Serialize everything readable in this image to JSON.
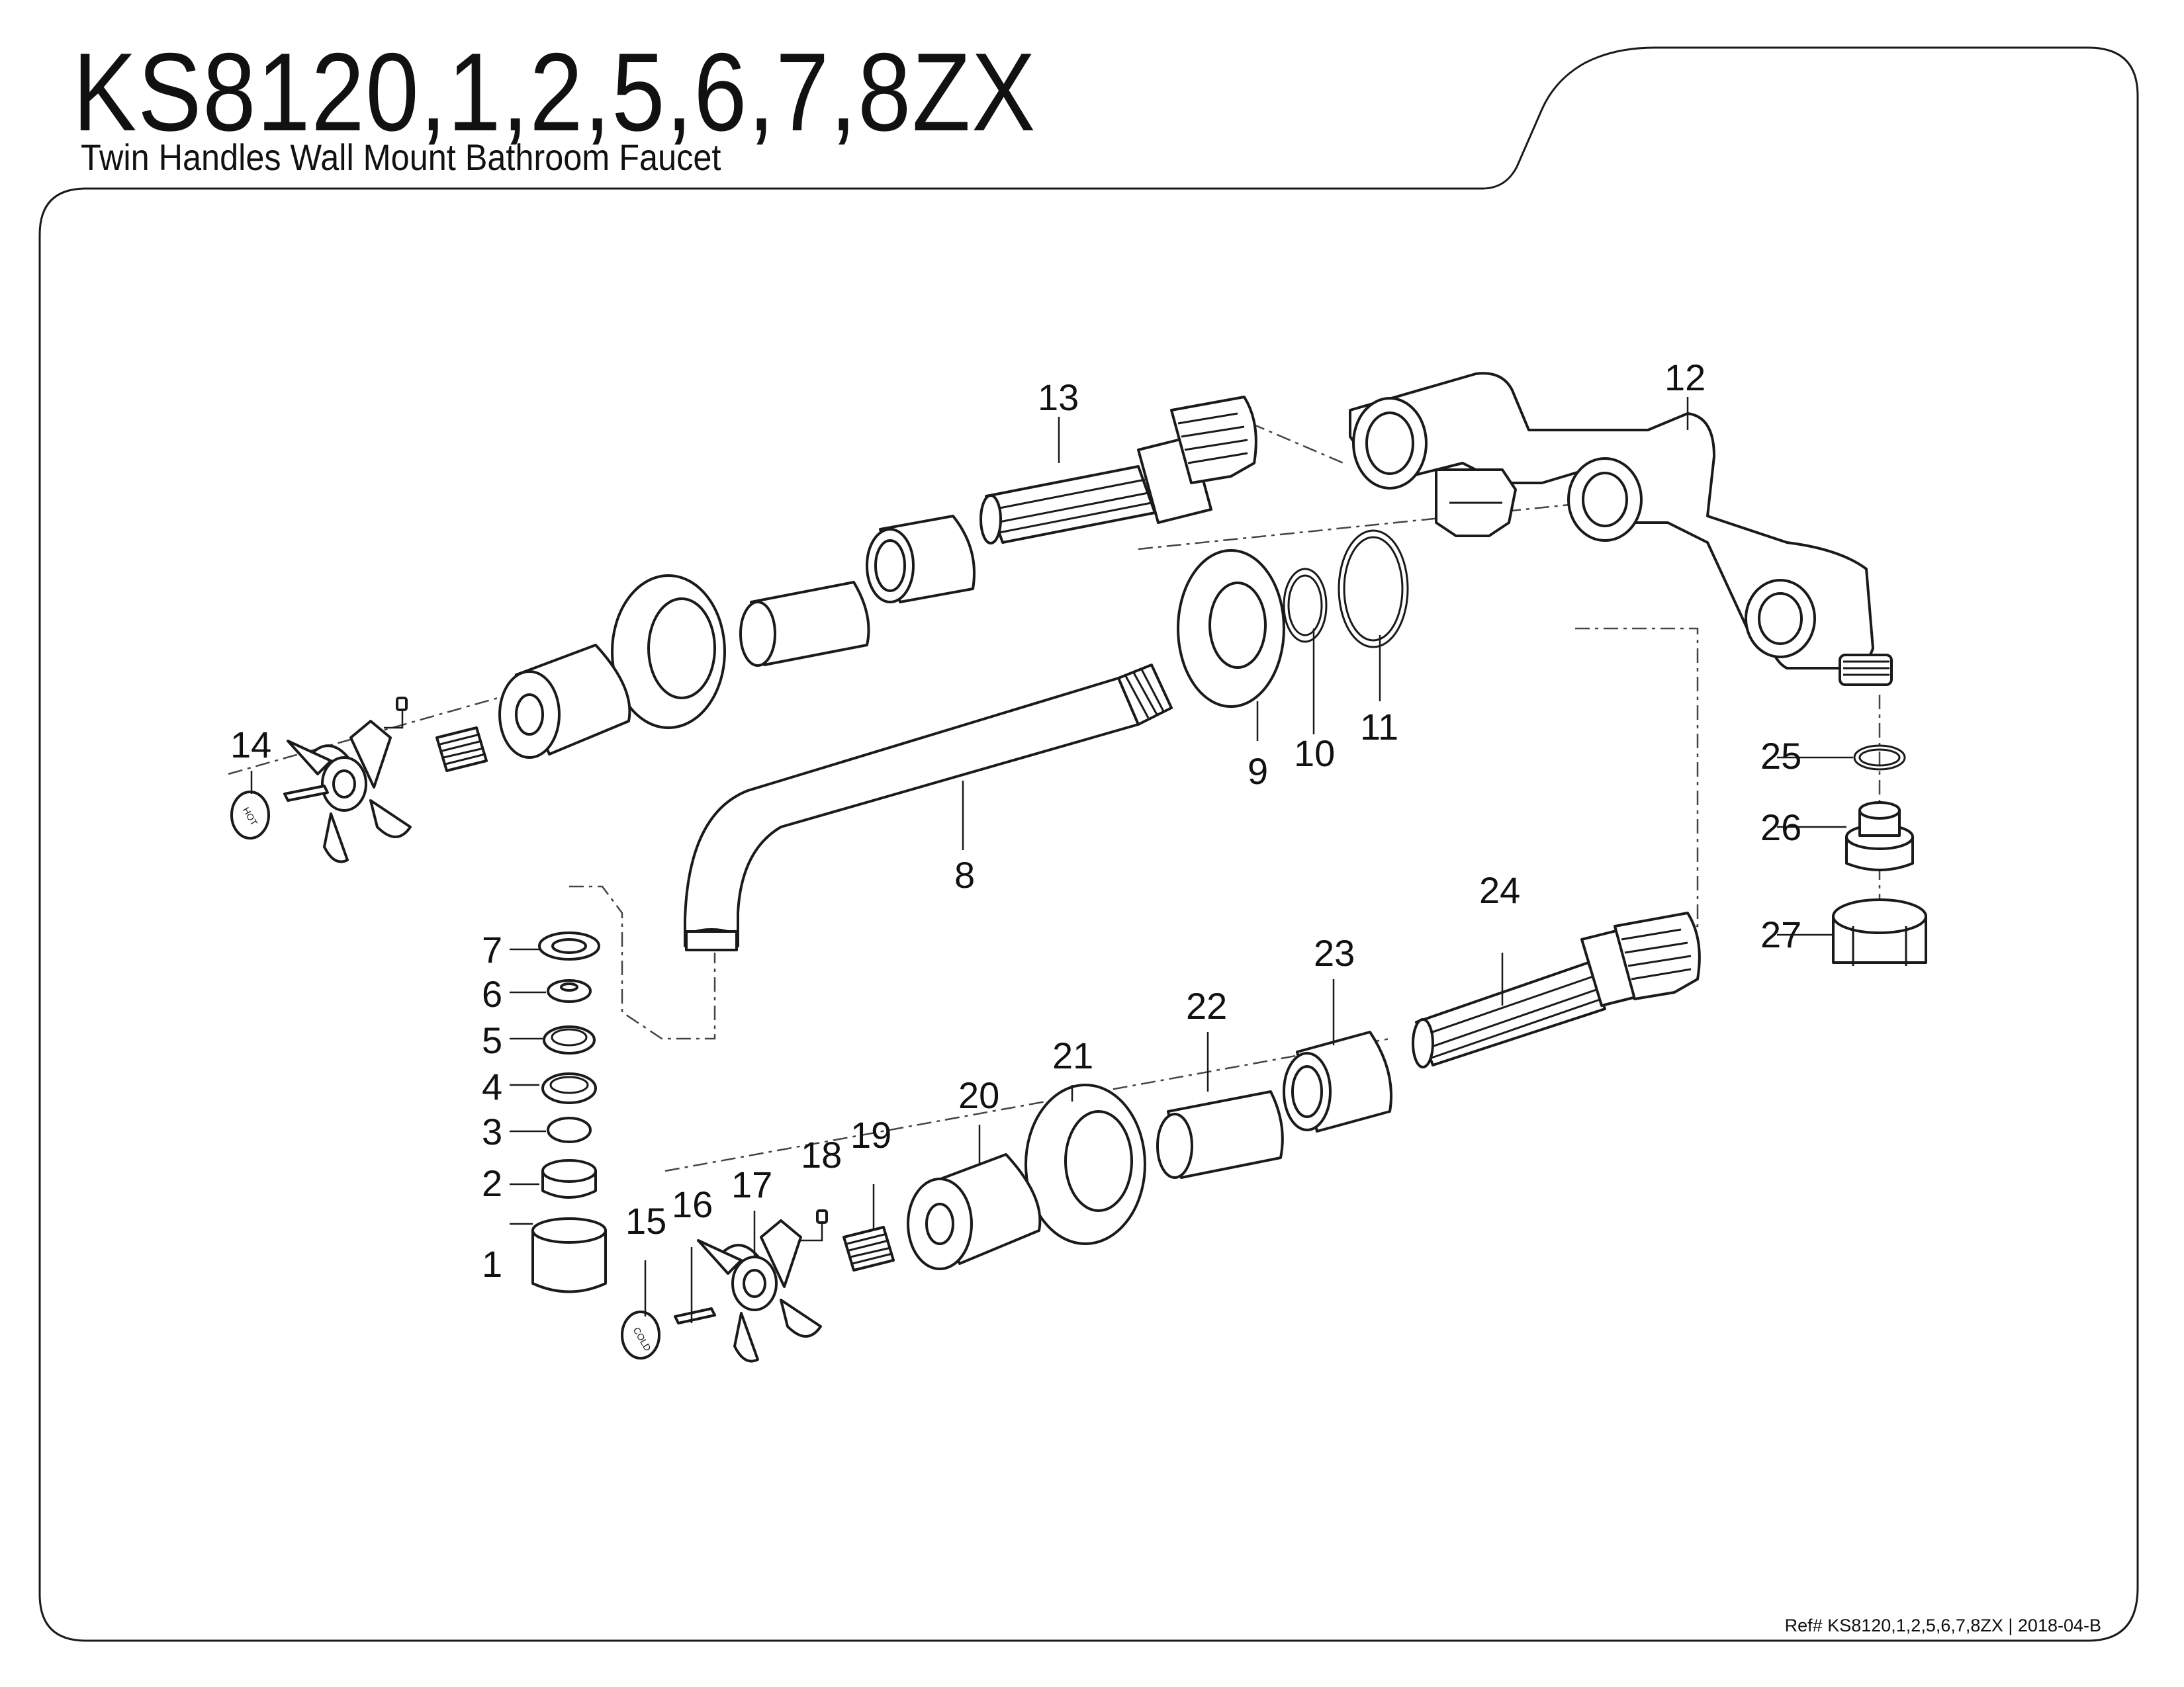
{
  "header": {
    "model": "KS8120,1,2,5,6,7,8ZX",
    "subtitle": "Twin Handles Wall Mount Bathroom Faucet"
  },
  "footer": {
    "reference": "Ref# KS8120,1,2,5,6,7,8ZX | 2018-04-B"
  },
  "callouts": [
    "1",
    "2",
    "3",
    "4",
    "5",
    "6",
    "7",
    "8",
    "9",
    "10",
    "11",
    "12",
    "13",
    "14",
    "15",
    "16",
    "17",
    "18",
    "19",
    "20",
    "21",
    "22",
    "23",
    "24",
    "25",
    "26",
    "27"
  ],
  "handle_caps": {
    "hot": "HOT",
    "cold": "COLD"
  }
}
